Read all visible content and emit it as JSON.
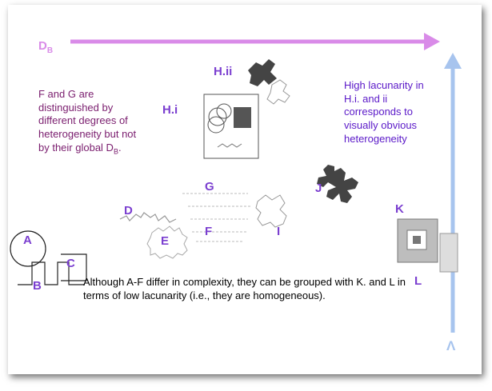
{
  "axes": {
    "horizontal_label": "DB",
    "vertical_label": "Λ",
    "horizontal_color": "#d98be8",
    "vertical_color": "#a7c4ee"
  },
  "labels": {
    "a": "A",
    "b": "B",
    "c": "C",
    "d": "D",
    "e": "E",
    "f": "F",
    "g": "G",
    "h_i": "H.i",
    "h_ii": "H.ii",
    "i": "I",
    "j": "J",
    "k": "K",
    "l": "L"
  },
  "notes": {
    "fg_prefix": "F and G are distinguished by different degrees of heterogeneity but not by their global D",
    "fg_sub": "B",
    "fg_suffix": ".",
    "high_lacunarity": "High lacunarity in H.i. and ii corresponds to visually obvious heterogeneity",
    "low_lacunarity": "Although A-F differ in complexity, they can be grouped with K. and L in terms of low lacunarity (i.e., they are homogeneous)."
  }
}
